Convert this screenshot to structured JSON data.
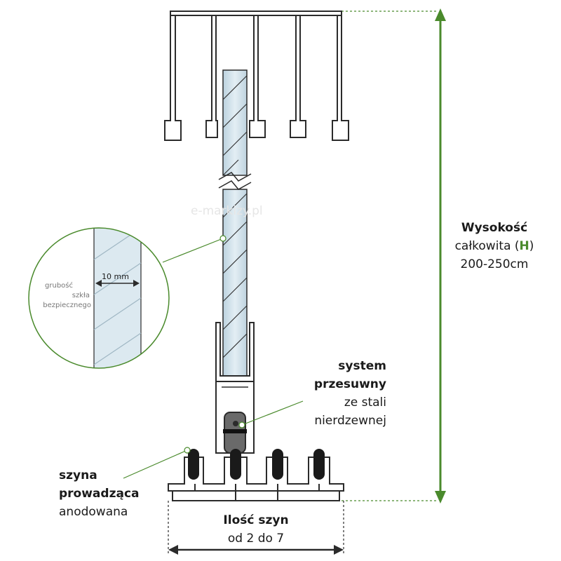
{
  "watermark": "e-markizy.pl",
  "zoom": {
    "dimension": "10 mm",
    "label_lines": [
      "grubość",
      "szkła",
      "bezpiecznego"
    ]
  },
  "height": {
    "line1": "Wysokość",
    "line2_prefix": "całkowita (",
    "line2_symbol": "H",
    "line2_suffix": ")",
    "line3": "200-250cm"
  },
  "sliding_system": {
    "line1": "system",
    "line2": "przesuwny",
    "line3": "ze stali",
    "line4": "nierdzewnej"
  },
  "guide_rail": {
    "line1": "szyna",
    "line2": "prowadząca",
    "line3": "anodowana"
  },
  "rail_count": {
    "line1": "Ilość szyn",
    "line2": "od 2 do 7"
  },
  "colors": {
    "accent_green": "#4a8a2c",
    "outline": "#2b2b2b",
    "glass": "#cfe0ea",
    "stub": "#1a1a1a"
  }
}
